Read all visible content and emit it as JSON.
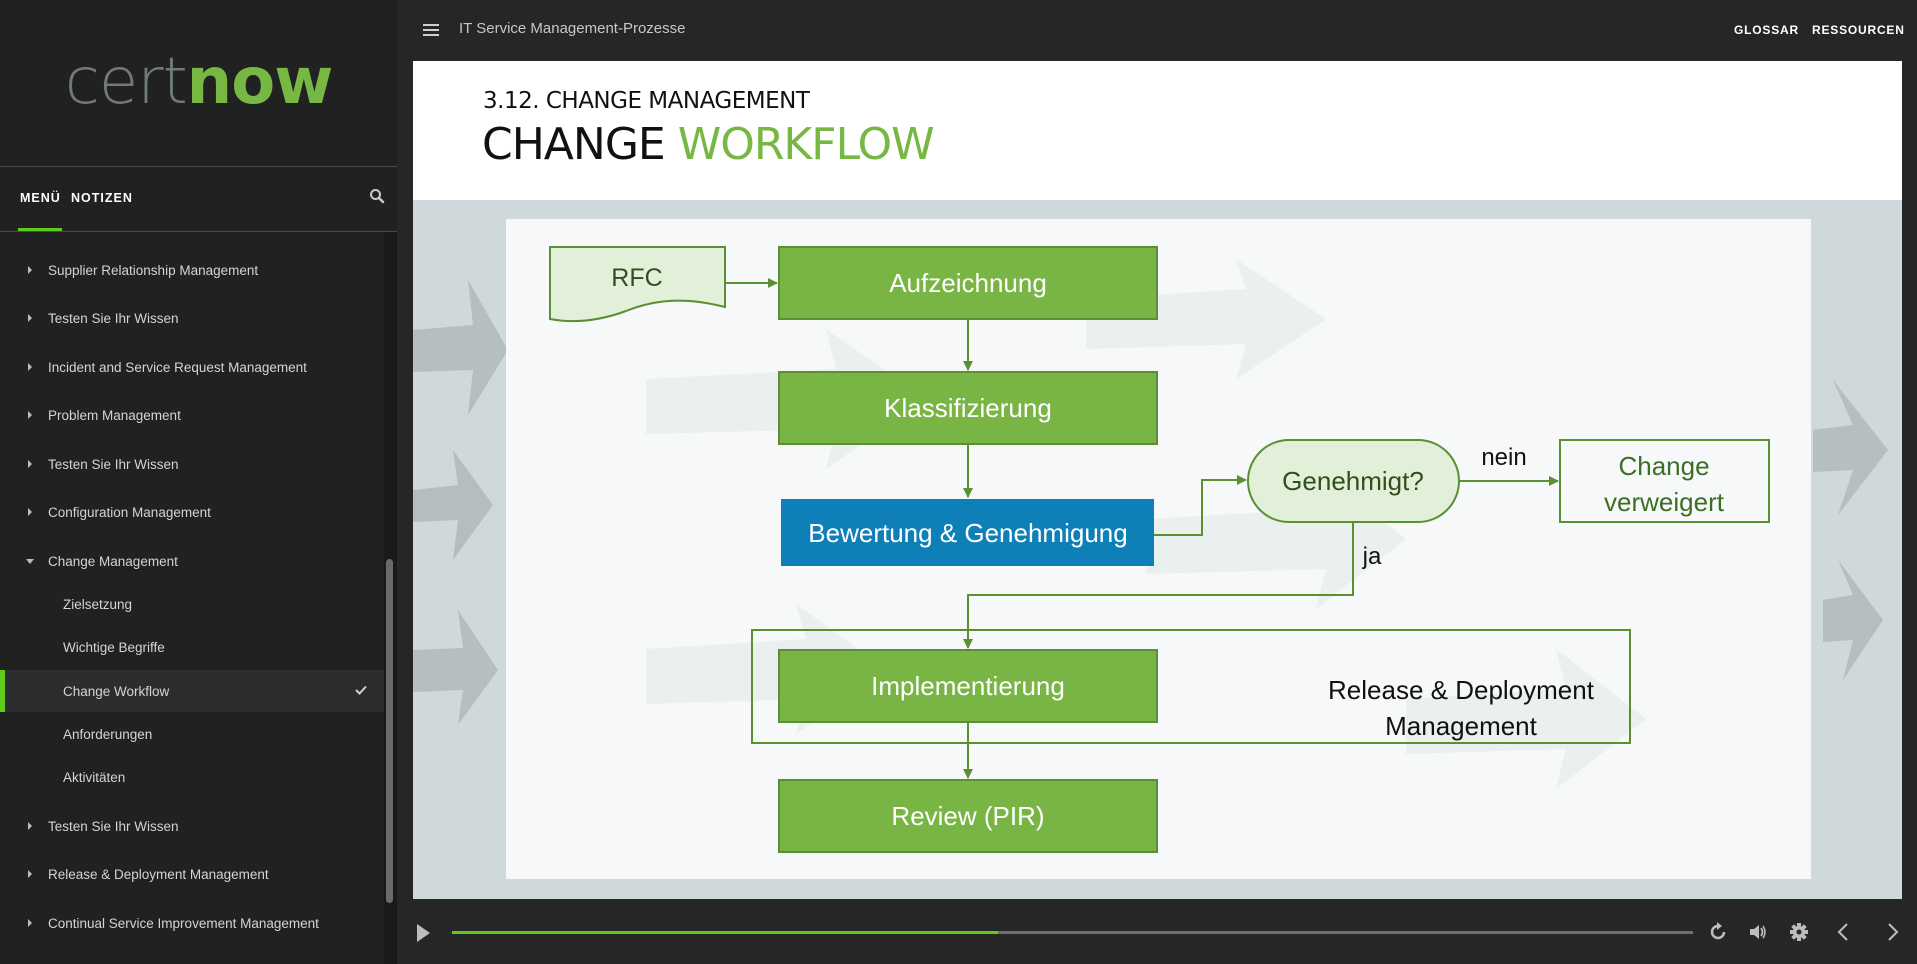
{
  "sidebar": {
    "logo": {
      "part1": "cert",
      "part2": "now"
    },
    "tabs": [
      {
        "label": "MENÜ",
        "active": true
      },
      {
        "label": "NOTIZEN",
        "active": false
      }
    ],
    "search_icon": "search-icon",
    "items": [
      {
        "label": "Supplier Relationship Management",
        "level": 0,
        "expanded": false
      },
      {
        "label": "Testen Sie Ihr Wissen",
        "level": 0,
        "expanded": false
      },
      {
        "label": "Incident and Service Request Management",
        "level": 0,
        "expanded": false
      },
      {
        "label": "Problem Management",
        "level": 0,
        "expanded": false
      },
      {
        "label": "Testen Sie Ihr Wissen",
        "level": 0,
        "expanded": false
      },
      {
        "label": "Configuration Management",
        "level": 0,
        "expanded": false
      },
      {
        "label": "Change Management",
        "level": 0,
        "expanded": true
      },
      {
        "label": "Zielsetzung",
        "level": 1
      },
      {
        "label": "Wichtige Begriffe",
        "level": 1
      },
      {
        "label": "Change Workflow",
        "level": 1,
        "active": true,
        "completed": true
      },
      {
        "label": "Anforderungen",
        "level": 1
      },
      {
        "label": "Aktivitäten",
        "level": 1
      },
      {
        "label": "Testen Sie Ihr Wissen",
        "level": 0,
        "expanded": false
      },
      {
        "label": "Release & Deployment Management",
        "level": 0,
        "expanded": false
      },
      {
        "label": "Continual Service Improvement Management",
        "level": 0,
        "expanded": false
      }
    ]
  },
  "topbar": {
    "course_title": "IT Service Management-Prozesse",
    "links": [
      "GLOSSAR",
      "RESSOURCEN"
    ]
  },
  "slide": {
    "section_title": "3.12. CHANGE MANAGEMENT",
    "title_part1": "CHANGE",
    "title_part2": "WORKFLOW",
    "diagram": {
      "rfc": "RFC",
      "aufzeichnung": "Aufzeichnung",
      "klassifizierung": "Klassifizierung",
      "bewertung": "Bewertung & Genehmigung",
      "genehmigt": "Genehmigt?",
      "nein": "nein",
      "ja": "ja",
      "verweigert_line1": "Change",
      "verweigert_line2": "verweigert",
      "implementierung": "Implementierung",
      "rdm_line1": "Release & Deployment",
      "rdm_line2": "Management",
      "review": "Review (PIR)"
    }
  },
  "player": {
    "progress": 0.44,
    "controls": [
      "play-icon",
      "replay-icon",
      "volume-icon",
      "settings-icon",
      "prev-icon",
      "next-icon"
    ]
  },
  "colors": {
    "accent": "#5fcc1b",
    "brand_green": "#76b843",
    "box_green": "#78b545",
    "box_blue": "#0e80b7"
  }
}
